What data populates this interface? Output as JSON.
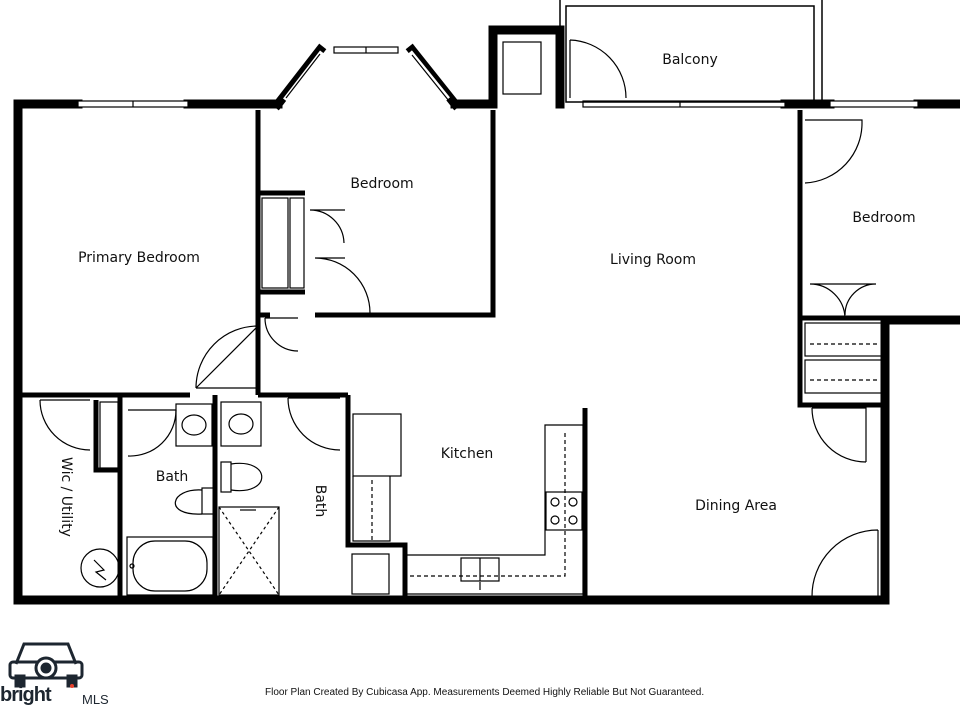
{
  "rooms": {
    "balcony": "Balcony",
    "bedroom_center": "Bedroom",
    "bedroom_right": "Bedroom",
    "primary_bedroom": "Primary Bedroom",
    "living_room": "Living Room",
    "kitchen": "Kitchen",
    "dining_area": "Dining Area",
    "bath_left": "Bath",
    "bath_right": "Bath",
    "wic_utility": "Wic / Utility"
  },
  "footer": {
    "note": "Floor Plan Created By Cubicasa App. Measurements Deemed Highly Reliable But Not Guaranteed."
  },
  "logo": {
    "text": "bright",
    "suffix": "MLS"
  },
  "colors": {
    "wall": "#000000",
    "fixture": "#333333",
    "logo": "#1d2630",
    "logo_accent": "#e8412c"
  }
}
